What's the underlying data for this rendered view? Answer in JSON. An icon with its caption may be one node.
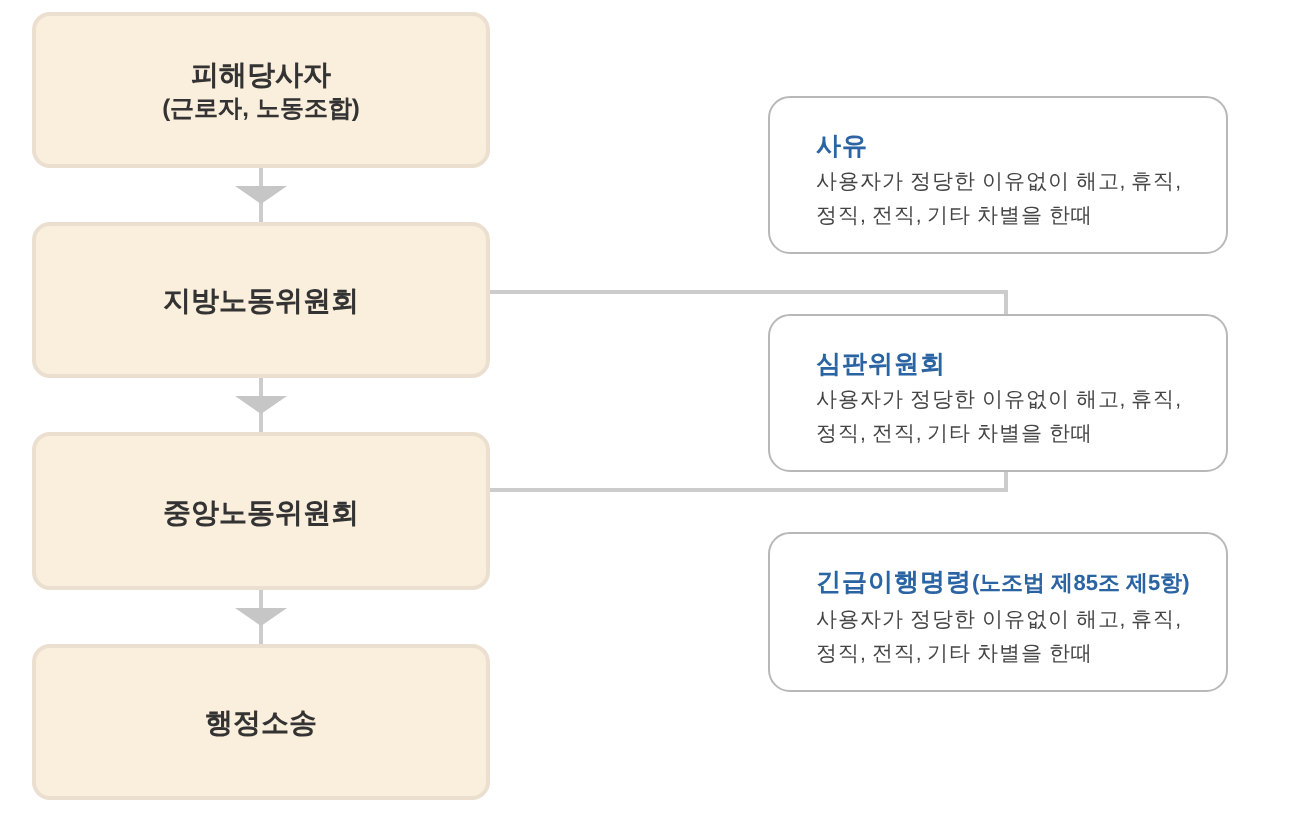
{
  "diagram": {
    "nodes": [
      {
        "text": [
          "피해당사자",
          "(근로자, 노동조합)"
        ]
      },
      {
        "text": [
          "지방노동위원회"
        ]
      },
      {
        "text": [
          "중앙노동위원회"
        ]
      },
      {
        "text": [
          "행정소송"
        ]
      },
      {
        "text": [
          "사유",
          "사용자가 정당한 이유없이 해고, 휴직, 정직, 전직, 기타 차별을 한때"
        ]
      },
      {
        "text": [
          "심판위원회",
          "사용자가 정당한 이유없이 해고, 휴직, 정직, 전직, 기타 차별을 한때"
        ]
      },
      {
        "text": [
          "긴급이행명령",
          "(노조법 제85조 제5항)",
          "사용자가 정당한 이유없이 해고, 휴직, 정직, 전직, 기타 차별을 한때"
        ]
      }
    ],
    "edges": [
      {
        "from": 0,
        "to": 1,
        "arrow": "to"
      },
      {
        "from": 1,
        "to": 2,
        "arrow": "to"
      },
      {
        "from": 2,
        "to": 3,
        "arrow": "to"
      },
      {
        "from": 1,
        "to": 5,
        "arrow": "none"
      },
      {
        "from": 2,
        "to": 5,
        "arrow": "none"
      }
    ]
  }
}
